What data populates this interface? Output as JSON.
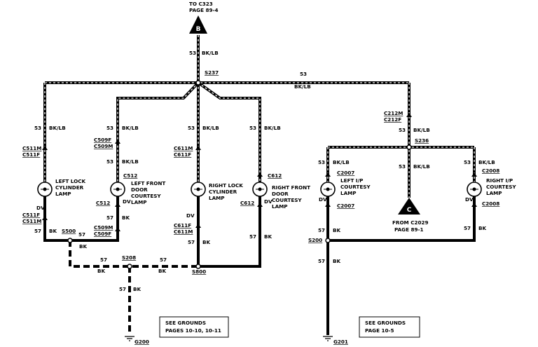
{
  "top": {
    "line1": "TO C323",
    "line2": "PAGE 89-4",
    "letter": "B"
  },
  "wires": {
    "c53": "53",
    "c57": "57",
    "bklb": "BK/LB",
    "bk": "BK"
  },
  "splices": {
    "s237": "S237",
    "s236": "S236",
    "s500": "S500",
    "s208": "S208",
    "s800": "S800",
    "s200": "S200"
  },
  "connectors": {
    "c511m": "C511M",
    "c511f": "C511F",
    "c509f": "C509F",
    "c509m": "C509M",
    "c611m": "C611M",
    "c611f": "C611F",
    "c612": "C612",
    "c512": "C512",
    "c212m": "C212M",
    "c212f": "C212F",
    "c2007": "C2007",
    "c2008": "C2008"
  },
  "lamps": {
    "left_lock": [
      "LEFT LOCK",
      "CYLINDER",
      "LAMP"
    ],
    "left_front": [
      "LEFT FRONT",
      "DOOR",
      "COURTESY",
      "LAMP"
    ],
    "right_lock": [
      "RIGHT LOCK",
      "CYLINDER",
      "LAMP"
    ],
    "right_front": [
      "RIGHT FRONT",
      "DOOR",
      "COURTESY",
      "LAMP"
    ],
    "left_ip": [
      "LEFT I/P",
      "COURTESY",
      "LAMP"
    ],
    "right_ip": [
      "RIGHT I/P",
      "COURTESY",
      "LAMP"
    ]
  },
  "diode_label": "DV",
  "from": {
    "letter": "C",
    "line1": "FROM C2029",
    "line2": "PAGE 89-1"
  },
  "grounds": {
    "left_box": [
      "SEE GROUNDS",
      "PAGES 10-10, 10-11"
    ],
    "right_box": [
      "SEE GROUNDS",
      "PAGE 10-5"
    ],
    "g200": "G200",
    "g201": "G201"
  }
}
